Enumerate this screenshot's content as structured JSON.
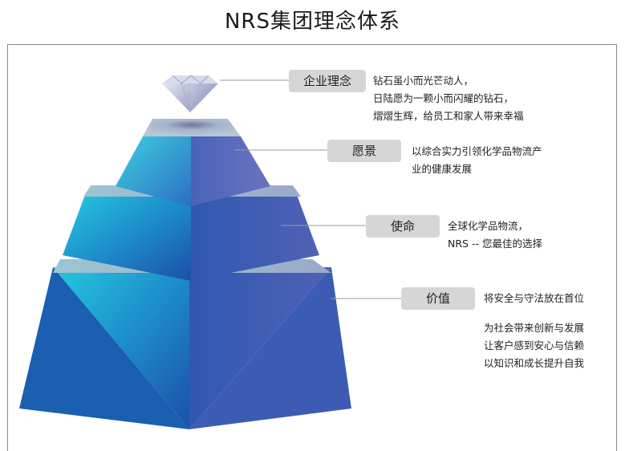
{
  "title": "NRS集团理念体系",
  "tiers": [
    {
      "label": "企业理念",
      "lines": [
        "钻石虽小而光芒动人，",
        "日陆愿为一颗小而闪耀的钻石，",
        "熠熠生辉，给员工和家人带来幸福"
      ]
    },
    {
      "label": "愿景",
      "lines": [
        "以综合实力引领化学品物流产",
        "业的健康发展"
      ]
    },
    {
      "label": "使命",
      "lines": [
        "全球化学品物流，",
        "NRS -- 您最佳的选择"
      ]
    },
    {
      "label": "价值",
      "lines": [
        "将安全与守法放在首位"
      ],
      "extra_lines": [
        "为社会带来创新与发展",
        "让客户感到安心与信赖",
        "以知识和成长提升自我"
      ]
    }
  ],
  "colors": {
    "pyramid_left": "#1fc2dc",
    "pyramid_mid": "#1f5fb5",
    "pyramid_right": "#3c5bb0",
    "band_top": "#9fb6cc",
    "pill_bg": "#d6d6d6",
    "connector": "#9a9a9a"
  }
}
